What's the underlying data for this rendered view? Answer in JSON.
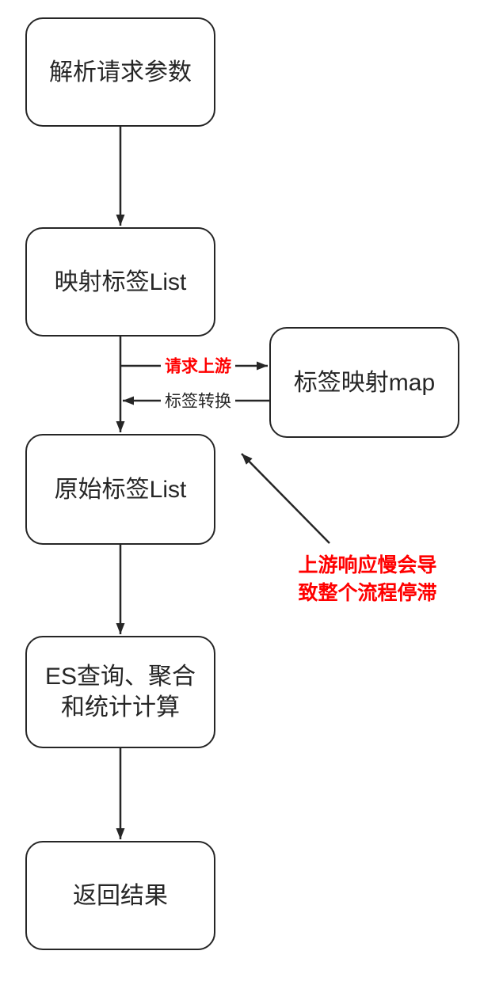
{
  "diagram": {
    "type": "flowchart",
    "background_color": "#ffffff",
    "stroke_color": "#262626",
    "node_text_color": "#262626",
    "accent_red": "#ff0000",
    "nodes": [
      {
        "id": "parse-request-params",
        "lines": [
          "解析请求参数"
        ]
      },
      {
        "id": "mapped-tag-list",
        "lines": [
          "映射标签List"
        ]
      },
      {
        "id": "tag-mapping-map",
        "lines": [
          "标签映射map"
        ]
      },
      {
        "id": "original-tag-list",
        "lines": [
          "原始标签List"
        ]
      },
      {
        "id": "es-query-aggregation",
        "lines": [
          "ES查询、聚合",
          "和统计计算"
        ]
      },
      {
        "id": "return-result",
        "lines": [
          "返回结果"
        ]
      }
    ],
    "edges": [
      {
        "from": "parse-request-params",
        "to": "mapped-tag-list",
        "label": ""
      },
      {
        "from": "mapped-tag-list",
        "to": "tag-mapping-map",
        "label": "请求上游",
        "label_color": "#ff0000"
      },
      {
        "from": "tag-mapping-map",
        "to": "original-tag-list",
        "label": "标签转换",
        "label_color": "#262626"
      },
      {
        "from": "mapped-tag-list",
        "to": "original-tag-list",
        "label": ""
      },
      {
        "from": "original-tag-list",
        "to": "es-query-aggregation",
        "label": ""
      },
      {
        "from": "es-query-aggregation",
        "to": "return-result",
        "label": ""
      }
    ],
    "annotation": {
      "lines": [
        "上游响应慢会导",
        "致整个流程停滞"
      ],
      "color": "#ff0000"
    }
  }
}
